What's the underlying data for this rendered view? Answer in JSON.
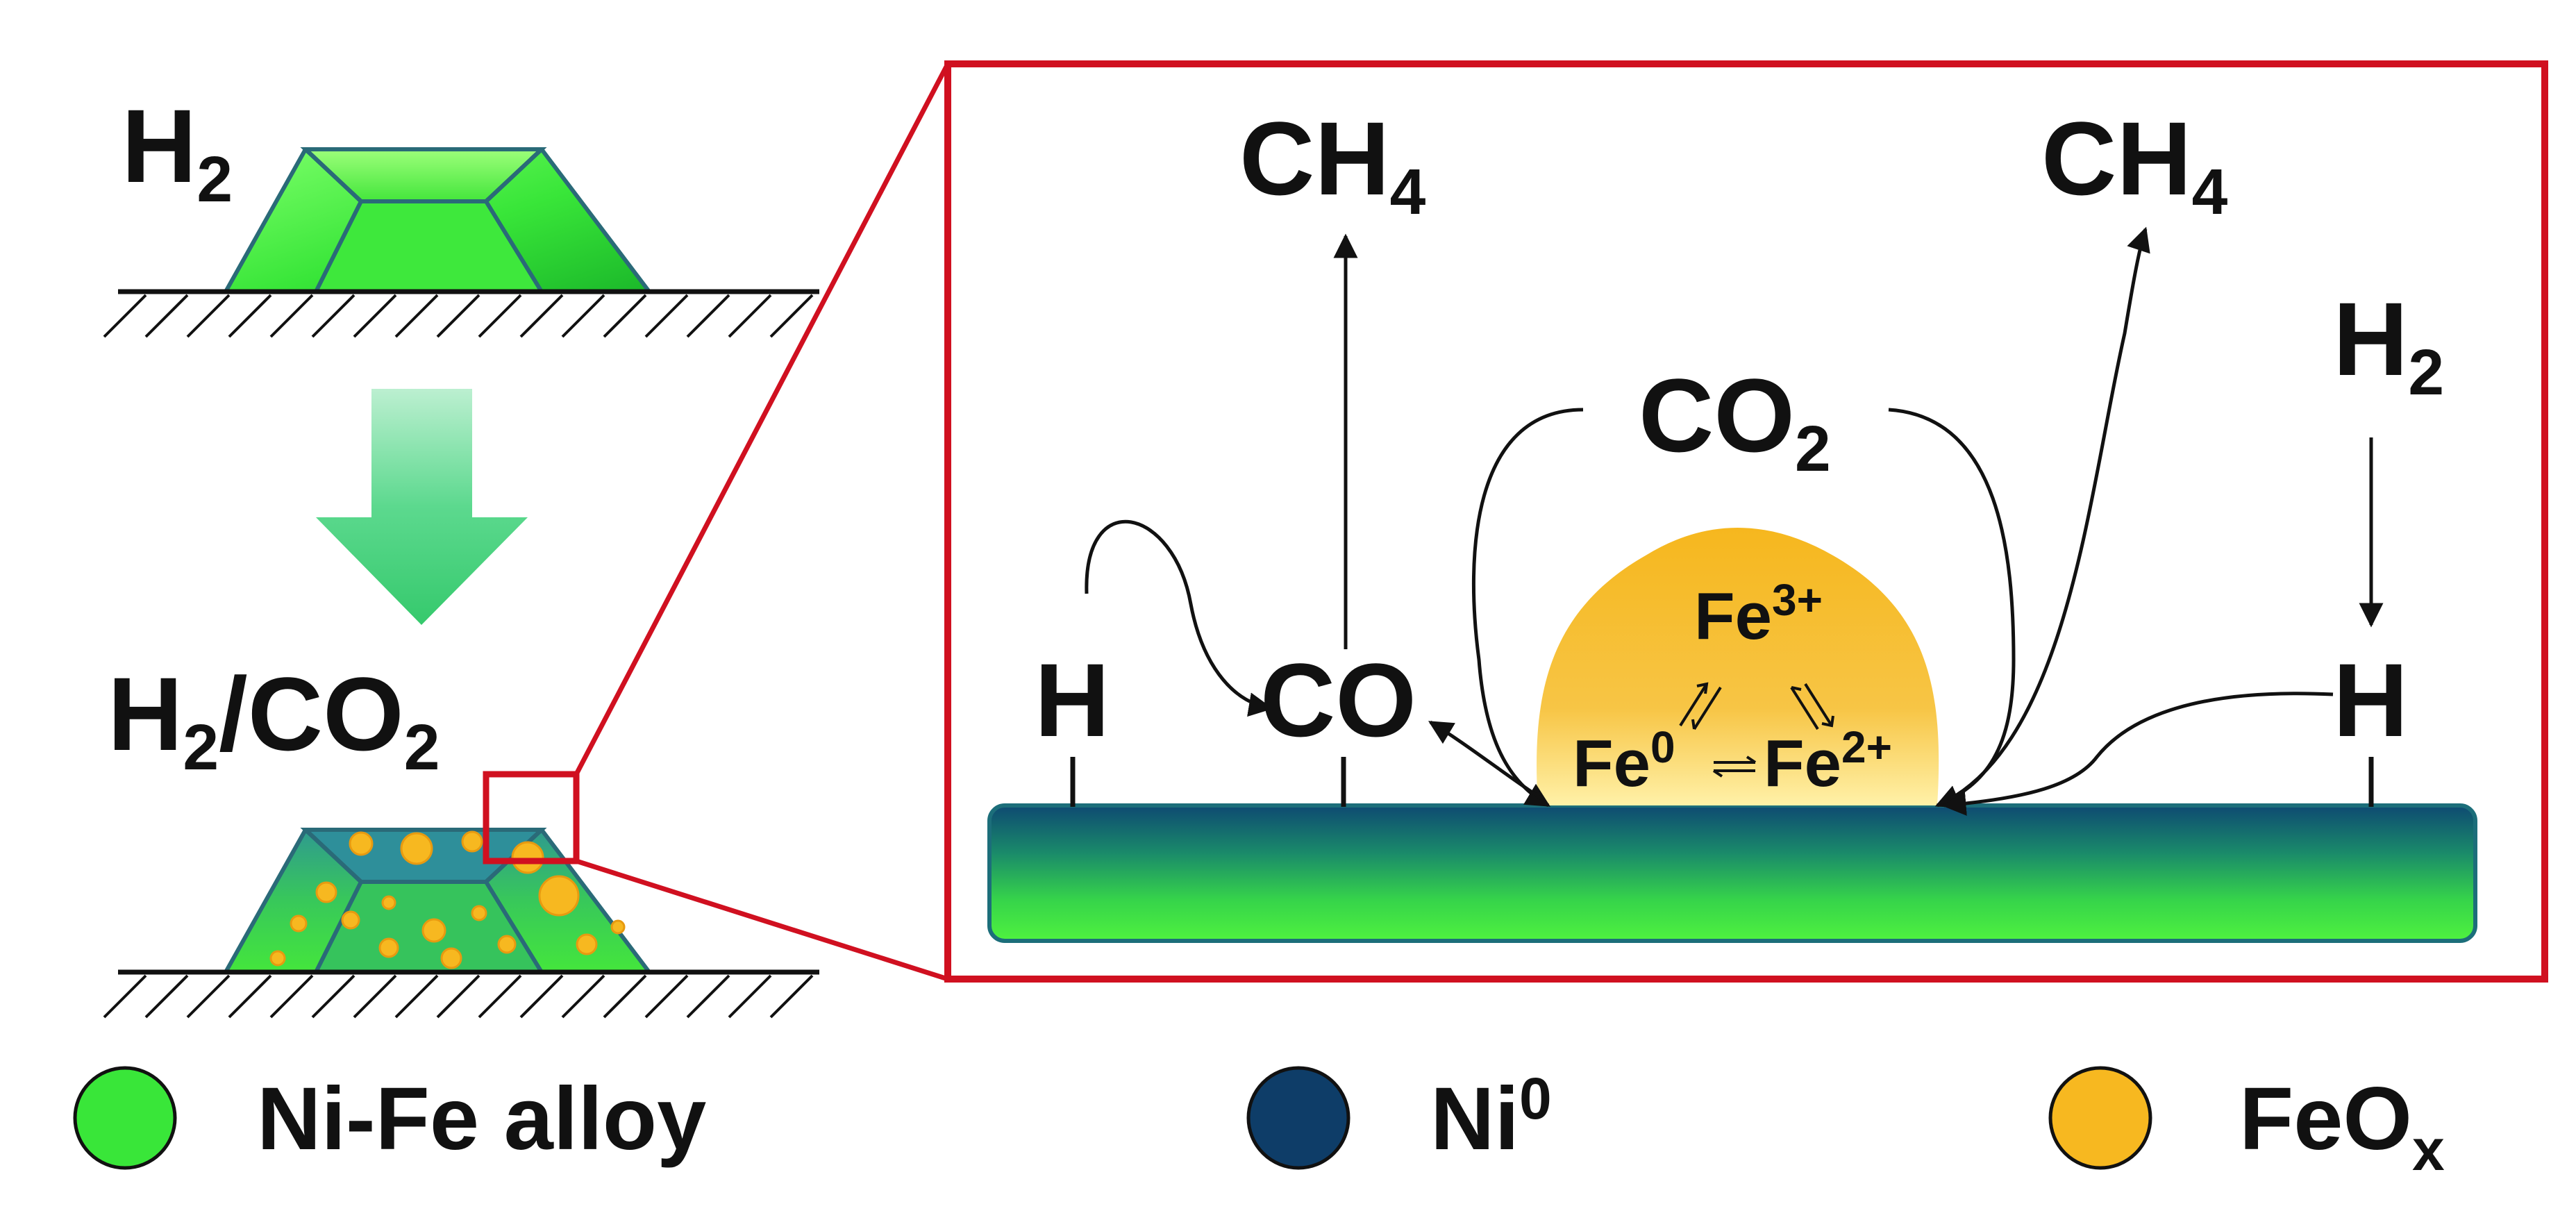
{
  "colors": {
    "alloy_green": "#39e639",
    "ni_blue": "#0e3d68",
    "feox_yellow": "#f7b820",
    "frame_red": "#d01020",
    "arrow_green": "#3fd27a"
  },
  "left_panel": {
    "top_label": {
      "base": "H",
      "sub": "2"
    },
    "bottom_label": {
      "b1": "H",
      "s1": "2",
      "slash": "/CO",
      "s2": "2"
    },
    "step_arrow_icon": "down-arrow-icon"
  },
  "zoom_panel": {
    "ch4_left": {
      "base": "CH",
      "sub": "4"
    },
    "ch4_right": {
      "base": "CH",
      "sub": "4"
    },
    "co2": {
      "base": "CO",
      "sub": "2"
    },
    "h2_right": {
      "base": "H",
      "sub": "2"
    },
    "h_left": "H",
    "h_right": "H",
    "co": "CO",
    "fe3": {
      "base": "Fe",
      "sup": "3+"
    },
    "fe0": {
      "base": "Fe",
      "sup": "0"
    },
    "fe2": {
      "base": "Fe",
      "sup": "2+"
    }
  },
  "legend": [
    {
      "name": "Ni-Fe alloy",
      "text": "Ni-Fe alloy",
      "color": "#39e639"
    },
    {
      "name": "Ni0",
      "base": "Ni",
      "sup": "0",
      "color": "#0e3d68"
    },
    {
      "name": "FeOx",
      "base": "FeO",
      "sub": "x",
      "color": "#f7b820"
    }
  ]
}
